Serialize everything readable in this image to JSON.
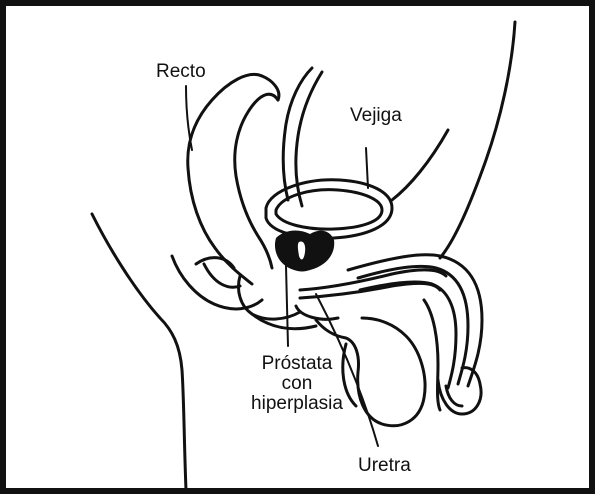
{
  "diagram": {
    "labels": {
      "rectum": "Recto",
      "bladder": "Vejiga",
      "prostate_line1": "Próstata",
      "prostate_line2": "con",
      "prostate_line3": "hiperplasia",
      "urethra": "Uretra"
    },
    "colors": {
      "ink": "#111111",
      "frame": "#111111",
      "background": "#ffffff"
    }
  }
}
